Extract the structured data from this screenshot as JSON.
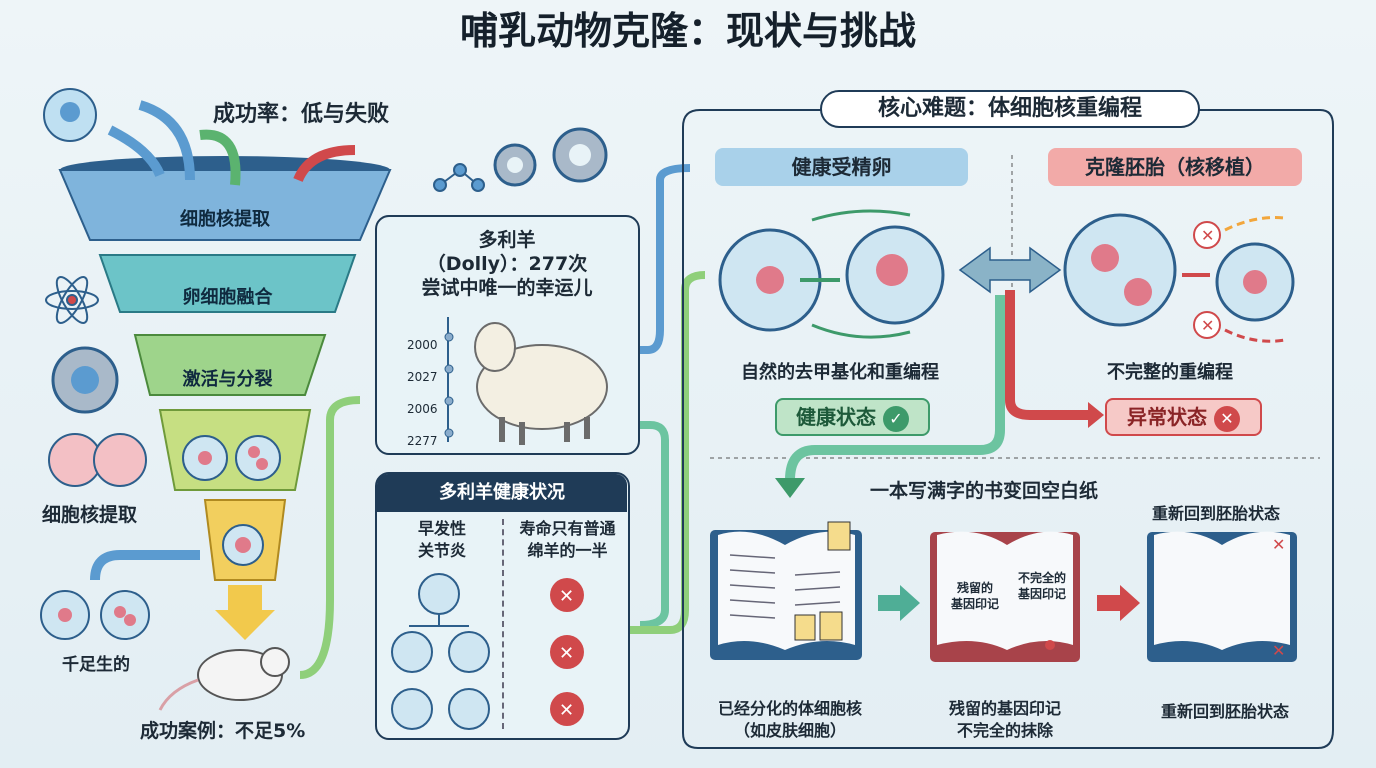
{
  "title": "哺乳动物克隆：现状与挑战",
  "left": {
    "heading": "成功率：低与失败",
    "funnel": [
      "细胞核提取",
      "卵细胞融合",
      "激活与分裂"
    ],
    "side_label": "细胞核提取",
    "branch_label": "千足生的",
    "success": "成功案例：不足5%"
  },
  "dolly": {
    "line1": "多利羊",
    "line2": "（Dolly）：277次",
    "line3": "尝试中唯一的幸运儿",
    "timeline": [
      "2000",
      "2027",
      "2006",
      "2277"
    ]
  },
  "health": {
    "header": "多利羊健康状况",
    "col1": [
      "早发性",
      "关节炎"
    ],
    "col2": [
      "寿命只有普通",
      "绵羊的一半"
    ]
  },
  "right": {
    "badge": "核心难题：体细胞核重编程",
    "healthy_header": "健康受精卵",
    "clone_header": "克隆胚胎（核移植）",
    "healthy_caption": "自然的去甲基化和重编程",
    "healthy_state": "健康状态",
    "clone_caption": "不完整的重编程",
    "abnormal_state": "异常状态",
    "analogy": "一本写满字的书变回空白纸",
    "book1_caption": [
      "已经分化的体细胞核",
      "（如皮肤细胞）"
    ],
    "book2_inner": [
      "残留的\n基因印记",
      "不完全的\n基因印记"
    ],
    "book2_caption": [
      "残留的基因印记",
      "不完全的抹除"
    ],
    "book3_top": "重新回到胚胎状态",
    "book3_caption": "重新回到胚胎状态"
  },
  "colors": {
    "navy": "#1f3b57",
    "blue": "#8cc4e4",
    "green": "#3d9a6a",
    "red": "#d0494b"
  }
}
